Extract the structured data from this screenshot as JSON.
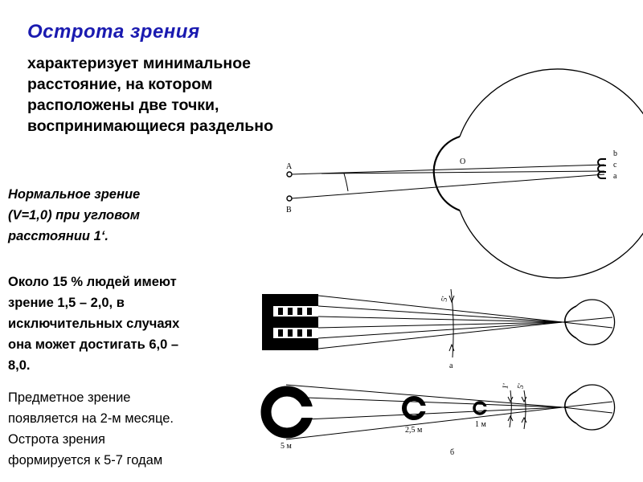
{
  "title": "Острота зрения",
  "intro_lines": [
    "характеризует минимальное",
    "расстояние, на котором",
    "расположены две точки,",
    "воспринимающиеся раздельно"
  ],
  "normal_lines": [
    "Нормальное зрение",
    "(V=1,0)  при угловом",
    "расстоянии 1‘."
  ],
  "people_lines": [
    "Около 15 % людей имеют",
    "зрение 1,5 – 2,0, в",
    "исключительных случаях",
    "она может достигать 6,0  –",
    "8,0."
  ],
  "subject_lines": [
    "Предметное зрение",
    "появляется на 2-м месяце.",
    "Острота зрения",
    "формируется к 5-7 годам"
  ],
  "figure_top": {
    "point_a": "A",
    "point_b": "B",
    "center": "O",
    "retina_b": "b",
    "retina_c": "c",
    "retina_a": "a"
  },
  "figure_mid": {
    "angle_label": "5'",
    "panel_label": "а"
  },
  "figure_bottom": {
    "dist_1": "5 м",
    "dist_2": "2,5 м",
    "dist_3": "1 м",
    "angle_1": "1'",
    "angle_5": "5'",
    "panel_label": "б"
  }
}
